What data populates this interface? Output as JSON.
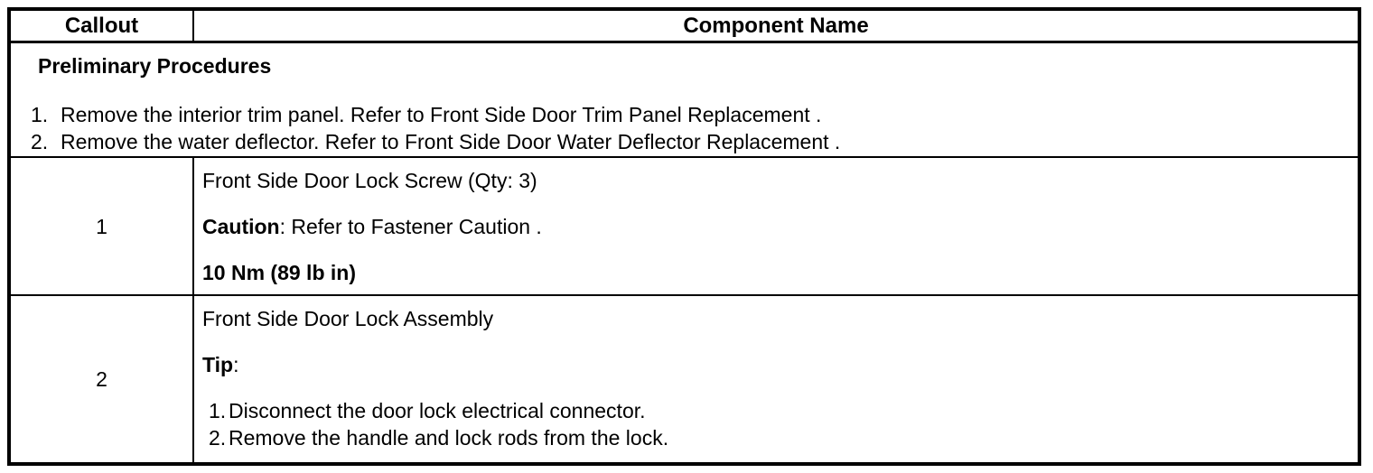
{
  "colors": {
    "background": "#ffffff",
    "border": "#000000",
    "text": "#000000"
  },
  "table": {
    "header": {
      "callout_label": "Callout",
      "component_label": "Component Name"
    },
    "preliminary": {
      "title": "Preliminary Procedures",
      "steps": [
        {
          "num": "1.",
          "text": "Remove the interior trim panel. Refer to Front Side Door Trim Panel Replacement ."
        },
        {
          "num": "2.",
          "text": "Remove the water deflector. Refer to Front Side Door Water Deflector Replacement ."
        }
      ]
    },
    "row1": {
      "callout": "1",
      "component": "Front Side Door Lock Screw (Qty: 3)",
      "caution_label": "Caution",
      "caution_text": ": Refer to Fastener Caution .",
      "torque": "10 Nm (89 lb in)"
    },
    "row2": {
      "callout": "2",
      "component": "Front Side Door Lock Assembly",
      "tip_label": "Tip",
      "tip_colon": ":",
      "steps": [
        {
          "num": "1.",
          "text": "Disconnect the door lock electrical connector."
        },
        {
          "num": "2.",
          "text": "Remove the handle and lock rods from the lock."
        }
      ]
    }
  }
}
